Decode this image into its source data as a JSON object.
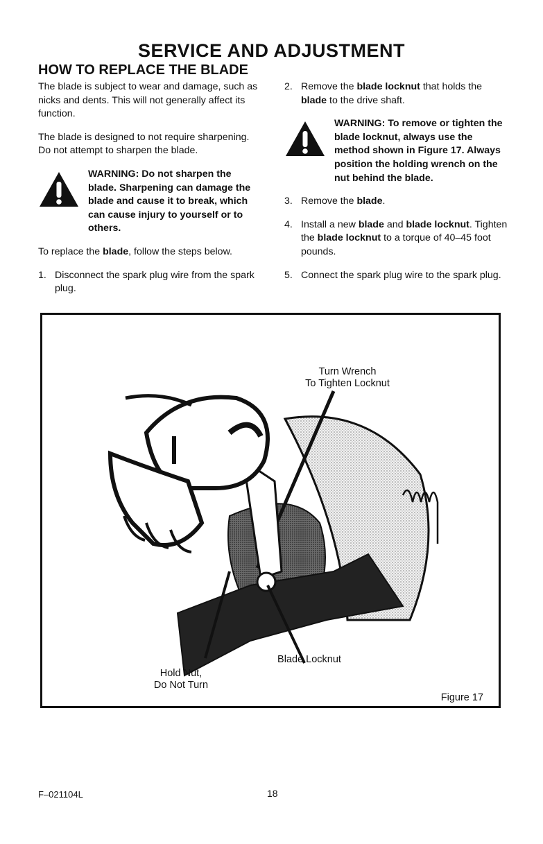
{
  "page_title": "SERVICE AND ADJUSTMENT",
  "section_title": "HOW TO REPLACE THE BLADE",
  "left": {
    "p1": "The blade is subject to wear and damage, such as nicks and dents. This will not generally affect its function.",
    "p2": "The blade is designed to not require sharpening. Do not attempt to sharpen the blade.",
    "warning1": "WARNING: Do not sharpen the blade. Sharpening can damage the blade and cause it to break, which can cause injury to yourself or to others.",
    "intro_a": "To replace the ",
    "intro_b": "blade",
    "intro_c": ", follow the steps below."
  },
  "steps": {
    "s1": {
      "num": "1.",
      "text": "Disconnect the spark plug wire from the spark plug."
    },
    "s2": {
      "num": "2.",
      "a": "Remove the ",
      "b": "blade locknut",
      "c": " that holds the ",
      "d": "blade",
      "e": " to the drive shaft."
    },
    "warning2": "WARNING: To remove or tighten the blade locknut, always use the method shown in Figure 17. Always position the holding wrench on the nut behind the blade.",
    "s3": {
      "num": "3.",
      "a": "Remove the ",
      "b": "blade",
      "c": "."
    },
    "s4": {
      "num": "4.",
      "a": "Install a new ",
      "b": "blade",
      "c": " and ",
      "d": "blade locknut",
      "e": ". Tighten the ",
      "f": "blade locknut",
      "g": " to a torque of 40–45 foot pounds."
    },
    "s5": {
      "num": "5.",
      "text": "Connect the spark plug wire to the spark plug."
    }
  },
  "figure": {
    "callout_turn_1": "Turn Wrench",
    "callout_turn_2": "To Tighten Locknut",
    "callout_locknut": "Blade Locknut",
    "callout_hold_1": "Hold Nut,",
    "callout_hold_2": "Do Not Turn",
    "label": "Figure 17"
  },
  "footer": {
    "code": "F–021104L",
    "page_number": "18"
  }
}
